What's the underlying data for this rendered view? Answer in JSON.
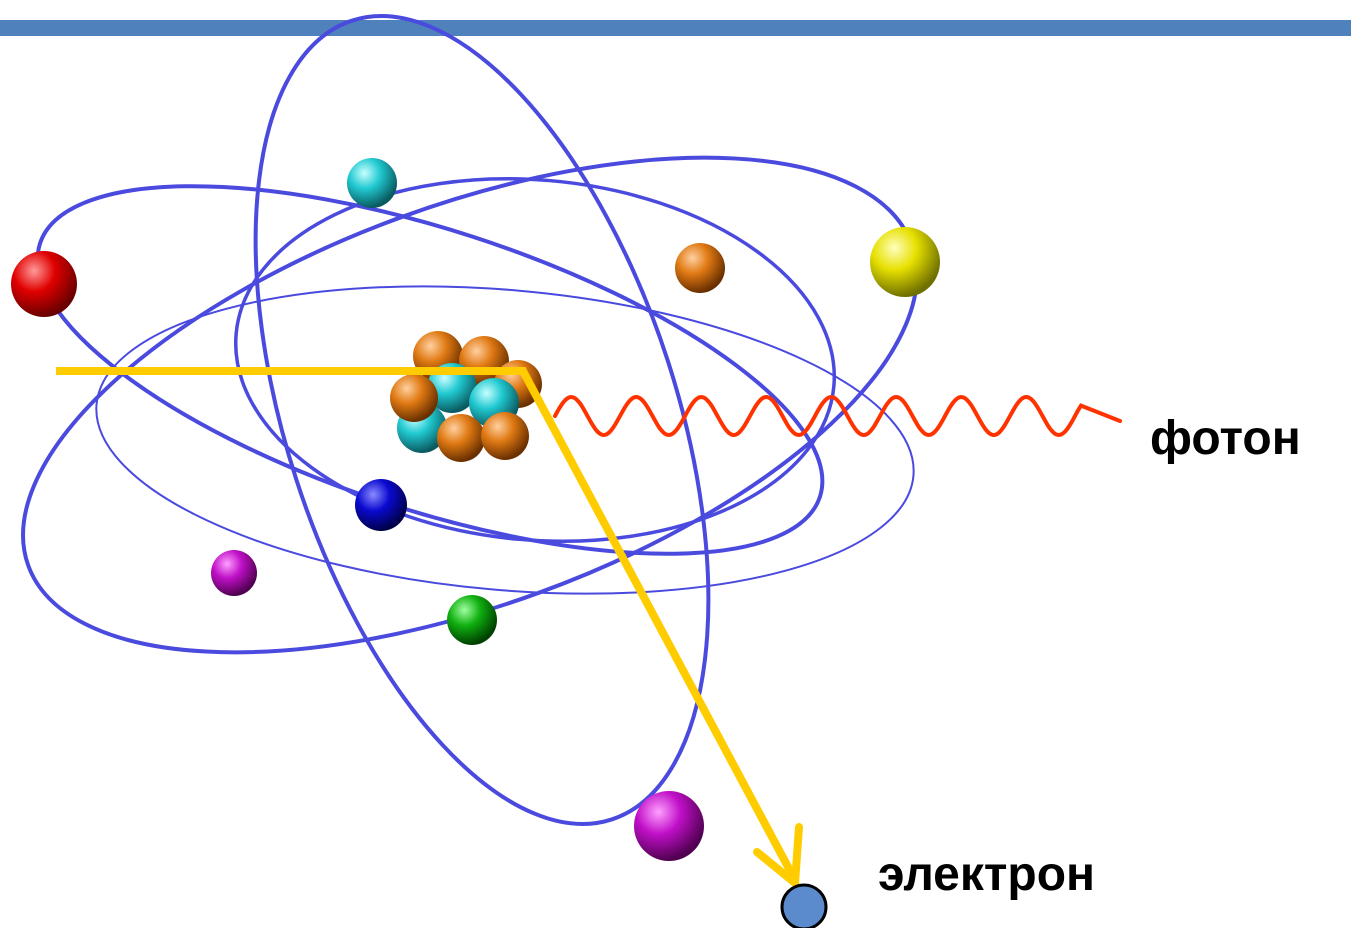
{
  "labels": {
    "photon": "фотон",
    "electron": "электрон"
  },
  "colors": {
    "top_bar": "#4f81bd",
    "orbit": "#4a4adf",
    "beam": "#ffcc00",
    "photon_wave": "#ff3300",
    "ejected_electron": "#5b8bcc",
    "nucleus_proton": "#e07a14",
    "nucleus_neutron": "#21c9d1"
  },
  "electrons": [
    {
      "name": "electron-red",
      "color": "#e00000"
    },
    {
      "name": "electron-cyan",
      "color": "#23c4c8"
    },
    {
      "name": "electron-orange",
      "color": "#e07010"
    },
    {
      "name": "electron-yellow",
      "color": "#e6e000"
    },
    {
      "name": "electron-blue",
      "color": "#0a0ad0"
    },
    {
      "name": "electron-purple-small",
      "color": "#c010c8"
    },
    {
      "name": "electron-green",
      "color": "#10b010"
    },
    {
      "name": "electron-purple-large",
      "color": "#c010c8"
    }
  ]
}
